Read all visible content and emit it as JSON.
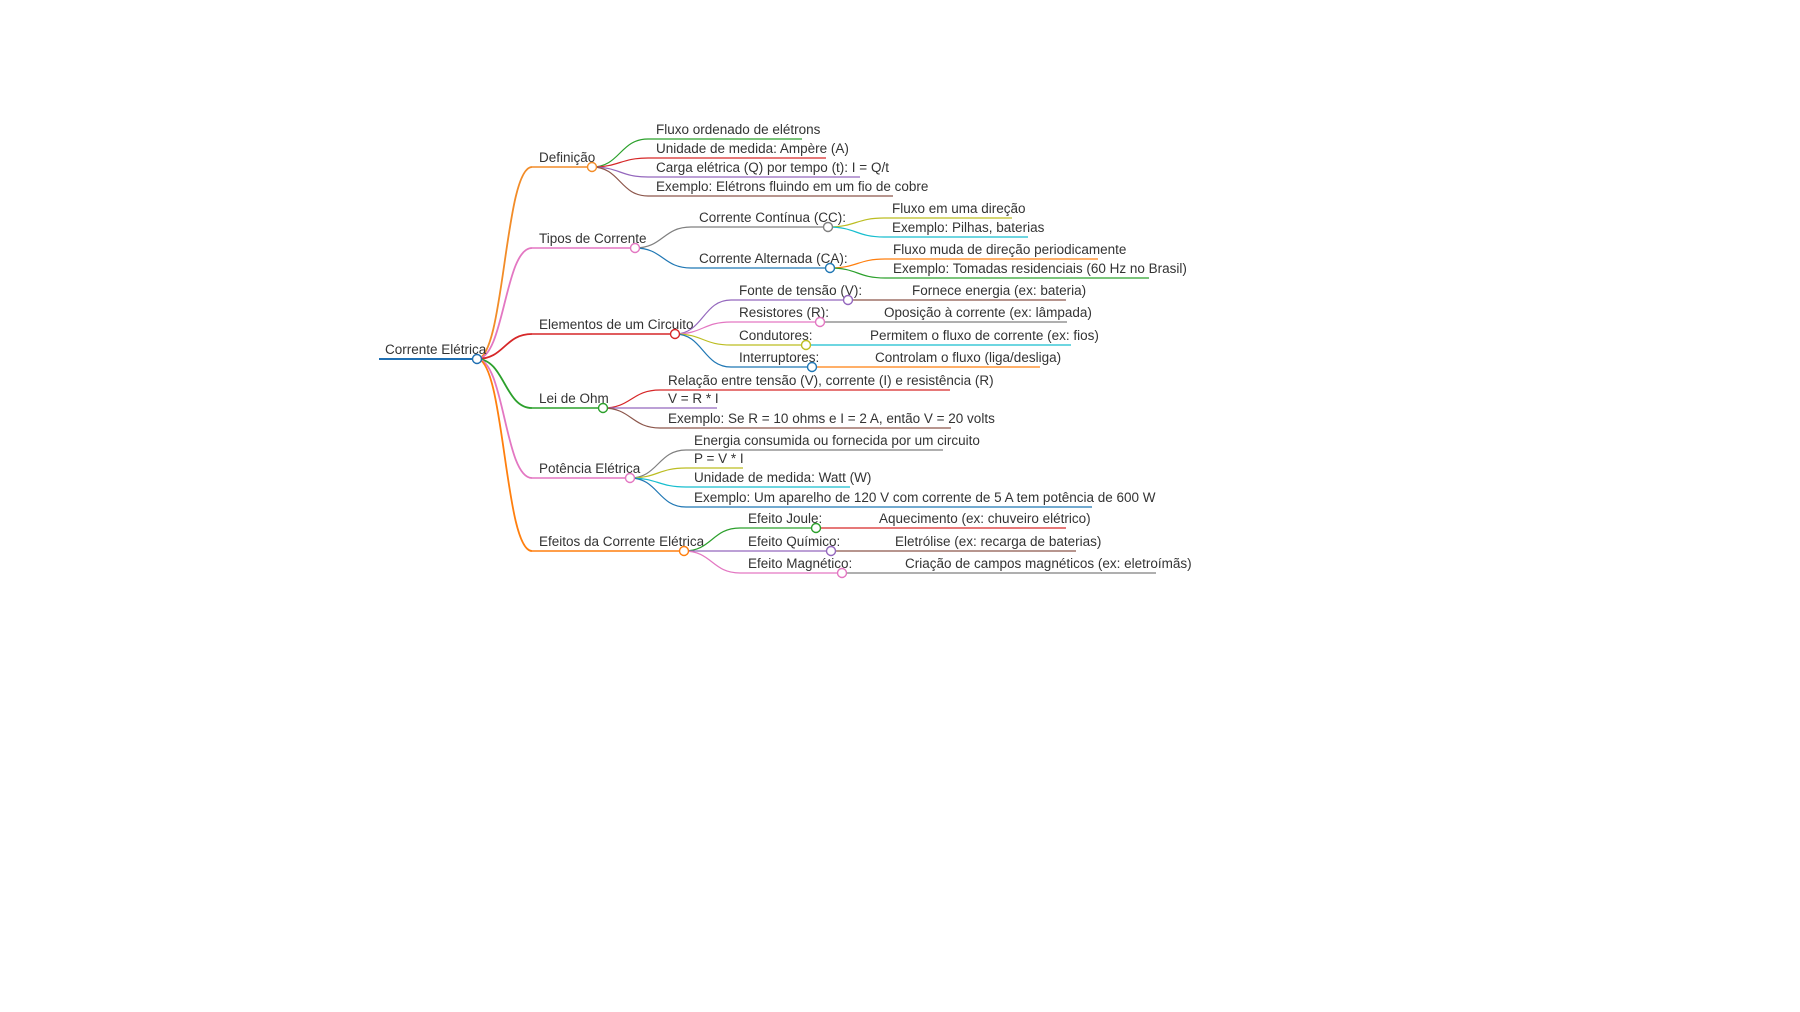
{
  "mindmap": {
    "root": {
      "label": "Corrente Elétrica",
      "color": "#1f6fb2"
    },
    "branches": [
      {
        "key": "definicao",
        "label": "Definição",
        "color": "#f28c28",
        "children": [
          {
            "label": "Fluxo ordenado de elétrons",
            "color": "#2aa02a"
          },
          {
            "label": "Unidade de medida: Ampère (A)",
            "color": "#d62728"
          },
          {
            "label": "Carga elétrica (Q) por tempo (t): I = Q/t",
            "color": "#9467bd"
          },
          {
            "label": "Exemplo: Elétrons fluindo em um fio de cobre",
            "color": "#8c564b"
          }
        ]
      },
      {
        "key": "tipos",
        "label": "Tipos de Corrente",
        "color": "#e377c2",
        "children": [
          {
            "label": "Corrente Contínua (CC):",
            "color": "#7f7f7f",
            "children": [
              {
                "label": "Fluxo em uma direção",
                "color": "#bcbd22"
              },
              {
                "label": "Exemplo: Pilhas, baterias",
                "color": "#17becf"
              }
            ]
          },
          {
            "label": "Corrente Alternada (CA):",
            "color": "#1f77b4",
            "children": [
              {
                "label": "Fluxo muda de direção periodicamente",
                "color": "#ff7f0e"
              },
              {
                "label": "Exemplo: Tomadas residenciais (60 Hz no Brasil)",
                "color": "#2ca02c"
              }
            ]
          }
        ]
      },
      {
        "key": "elementos",
        "label": "Elementos de um Circuito",
        "color": "#d62728",
        "children": [
          {
            "label": "Fonte de tensão (V):",
            "color": "#9467bd",
            "children": [
              {
                "label": "Fornece energia (ex: bateria)",
                "color": "#8c564b"
              }
            ]
          },
          {
            "label": "Resistores (R):",
            "color": "#e377c2",
            "children": [
              {
                "label": "Oposição à corrente (ex: lâmpada)",
                "color": "#7f7f7f"
              }
            ]
          },
          {
            "label": "Condutores:",
            "color": "#bcbd22",
            "children": [
              {
                "label": "Permitem o fluxo de corrente (ex: fios)",
                "color": "#17becf"
              }
            ]
          },
          {
            "label": "Interruptores:",
            "color": "#1f77b4",
            "children": [
              {
                "label": "Controlam o fluxo (liga/desliga)",
                "color": "#ff7f0e"
              }
            ]
          }
        ]
      },
      {
        "key": "ohm",
        "label": "Lei de Ohm",
        "color": "#2ca02c",
        "children": [
          {
            "label": "Relação entre tensão (V), corrente (I) e resistência (R)",
            "color": "#d62728"
          },
          {
            "label": "V = R * I",
            "color": "#9467bd"
          },
          {
            "label": "Exemplo: Se R = 10 ohms e I = 2 A, então V = 20 volts",
            "color": "#8c564b"
          }
        ]
      },
      {
        "key": "potencia",
        "label": "Potência Elétrica",
        "color": "#e377c2",
        "children": [
          {
            "label": "Energia consumida ou fornecida por um circuito",
            "color": "#7f7f7f"
          },
          {
            "label": "P = V * I",
            "color": "#bcbd22"
          },
          {
            "label": "Unidade de medida: Watt (W)",
            "color": "#17becf"
          },
          {
            "label": "Exemplo: Um aparelho de 120 V com corrente de 5 A tem potência de 600 W",
            "color": "#1f77b4"
          }
        ]
      },
      {
        "key": "efeitos",
        "label": "Efeitos da Corrente Elétrica",
        "color": "#ff7f0e",
        "children": [
          {
            "label": "Efeito Joule:",
            "color": "#2ca02c",
            "children": [
              {
                "label": "Aquecimento (ex: chuveiro elétrico)",
                "color": "#d62728"
              }
            ]
          },
          {
            "label": "Efeito Químico:",
            "color": "#9467bd",
            "children": [
              {
                "label": "Eletrólise (ex: recarga de baterias)",
                "color": "#8c564b"
              }
            ]
          },
          {
            "label": "Efeito Magnético:",
            "color": "#e377c2",
            "children": [
              {
                "label": "Criação de campos magnéticos (ex: eletroímãs)",
                "color": "#7f7f7f"
              }
            ]
          }
        ]
      }
    ]
  }
}
